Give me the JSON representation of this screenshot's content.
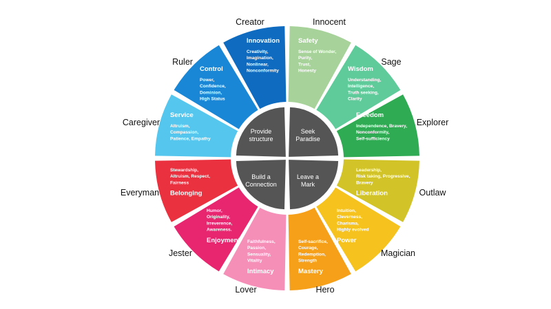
{
  "center_quadrants": [
    {
      "id": "q-top-left",
      "lines": [
        "Provide",
        "structure"
      ],
      "color": "#555555"
    },
    {
      "id": "q-top-right",
      "lines": [
        "Seek",
        "Paradise"
      ],
      "color": "#555555"
    },
    {
      "id": "q-bottom-left",
      "lines": [
        "Build a",
        "Connection"
      ],
      "color": "#555555"
    },
    {
      "id": "q-bottom-right",
      "lines": [
        "Leave a",
        "Mark"
      ],
      "color": "#555555"
    }
  ],
  "archetypes": [
    {
      "name": "Creator",
      "title": "Innovation",
      "desc": [
        "Creativity,",
        "Imagination,",
        "Nonlinear,",
        "Nonconformity"
      ],
      "color": "#0f6bbf"
    },
    {
      "name": "Innocent",
      "title": "Safety",
      "desc": [
        "Sense of Wonder,",
        "Purity,",
        "Trust,",
        "Honesty"
      ],
      "color": "#a7d39a"
    },
    {
      "name": "Sage",
      "title": "Wisdom",
      "desc": [
        "Understanding,",
        "Intelligence,",
        "Truth seeking,",
        "Clarity"
      ],
      "color": "#5fcb9a"
    },
    {
      "name": "Explorer",
      "title": "Freedom",
      "desc": [
        "Independence, Bravery,",
        "Nonconformity,",
        "Self-sufficiency"
      ],
      "color": "#2eab53"
    },
    {
      "name": "Outlaw",
      "title": "Liberation",
      "desc": [
        "Leadership,",
        "Risk taking, Progressive,",
        "Bravery"
      ],
      "color": "#d2c428"
    },
    {
      "name": "Magician",
      "title": "Power",
      "desc": [
        "Intuition,",
        "Cleverness,",
        "Charisma,",
        "Highly evolved"
      ],
      "color": "#f6c21d"
    },
    {
      "name": "Hero",
      "title": "Mastery",
      "desc": [
        "Self-sacrifice,",
        "Courage,",
        "Redemption,",
        "Strength"
      ],
      "color": "#f6a01a"
    },
    {
      "name": "Lover",
      "title": "Intimacy",
      "desc": [
        "Faithfulness,",
        "Passion,",
        "Sensuality,",
        "Vitality"
      ],
      "color": "#f58fb8"
    },
    {
      "name": "Jester",
      "title": "Enjoyment",
      "desc": [
        "Humor,",
        "Originality,",
        "Irreverence,",
        "Awareness."
      ],
      "color": "#e8266f"
    },
    {
      "name": "Everyman",
      "title": "Belonging",
      "desc": [
        "Stewardship,",
        "Altruism, Respect,",
        "Fairness"
      ],
      "color": "#e93140"
    },
    {
      "name": "Caregiver",
      "title": "Service",
      "desc": [
        "Altruism,",
        "Compassion,",
        "Patience, Empathy"
      ],
      "color": "#55c6ee"
    },
    {
      "name": "Ruler",
      "title": "Control",
      "desc": [
        "Power,",
        "Confidence,",
        "Dominion,",
        "High Status"
      ],
      "color": "#1a87d6"
    }
  ]
}
